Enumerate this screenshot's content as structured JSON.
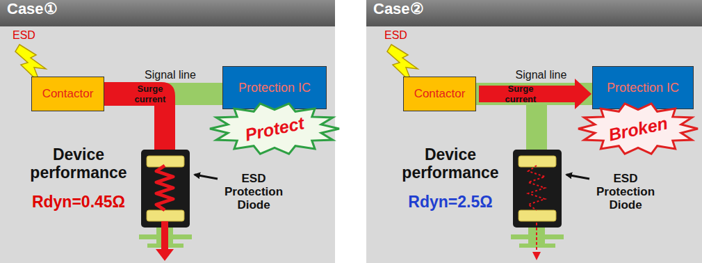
{
  "diagram": {
    "nodes": [
      {
        "text": [
          "Case①"
        ]
      },
      {
        "text": [
          "Contactor"
        ],
        "in": 0
      },
      {
        "text": [
          "Protection IC"
        ],
        "in": 0
      },
      {
        "text": [
          "Protect"
        ],
        "in": 0
      },
      {
        "text": [
          "Case②"
        ]
      },
      {
        "text": [
          "Contactor"
        ],
        "in": 4
      },
      {
        "text": [
          "Protection IC"
        ],
        "in": 4
      },
      {
        "text": [
          "Broken"
        ],
        "in": 4
      }
    ],
    "edges": [
      {
        "from": 1,
        "to": 2,
        "arrow": "none",
        "label": "Signal line"
      },
      {
        "from": 5,
        "to": 6,
        "arrow": "to",
        "label": "Signal line"
      }
    ],
    "labels": [
      "ESD",
      "Surge current",
      "Device performance",
      "Rdyn=0.45Ω",
      "ESD Protection Diode",
      "ESD",
      "Surge current",
      "Device performance",
      "Rdyn=2.5Ω",
      "ESD Protection Diode"
    ]
  }
}
